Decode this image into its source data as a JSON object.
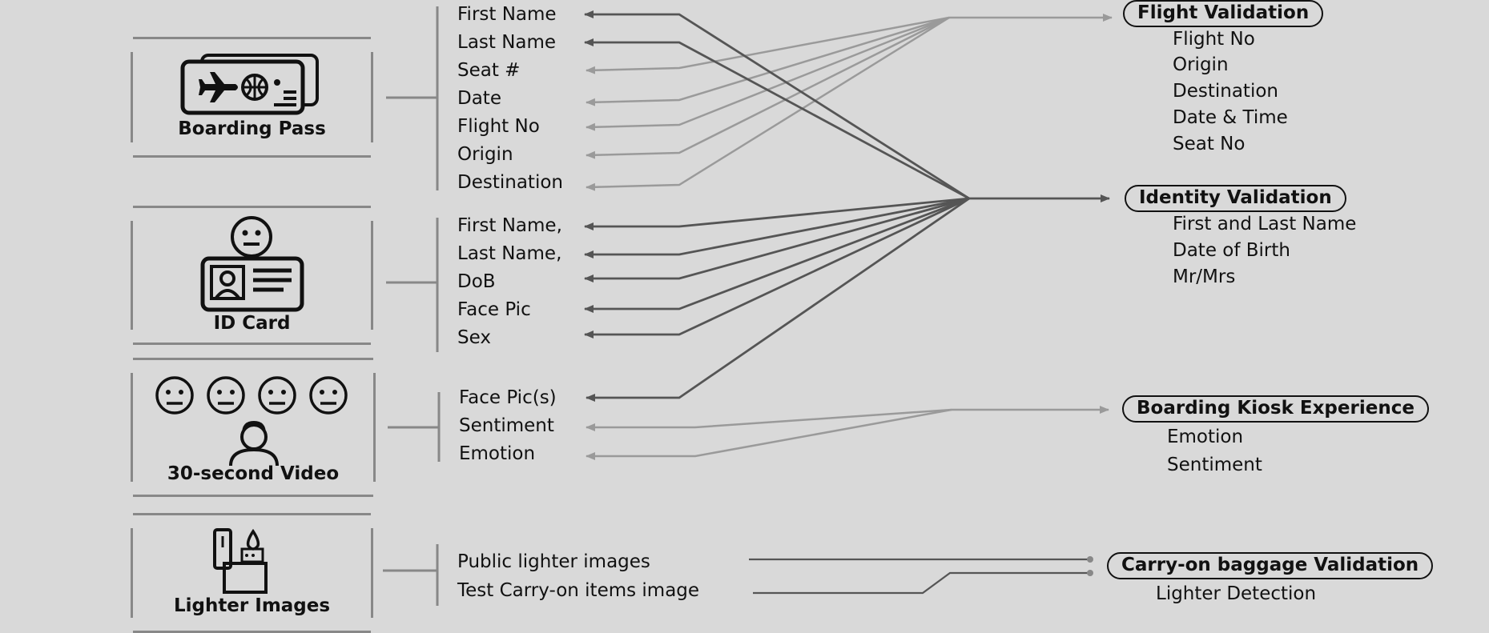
{
  "sources": [
    {
      "id": "boarding",
      "label": "Boarding Pass",
      "icon": "boarding-pass-icon",
      "fields": [
        "First Name",
        "Last Name",
        "Seat #",
        "Date",
        "Flight No",
        "Origin",
        "Destination"
      ]
    },
    {
      "id": "idcard",
      "label": "ID Card",
      "icon": "id-card-icon",
      "fields": [
        "First Name,",
        "Last Name,",
        "DoB",
        "Face Pic",
        "Sex"
      ]
    },
    {
      "id": "video",
      "label": "30-second Video",
      "icon": "video-faces-icon",
      "fields": [
        "Face Pic(s)",
        "Sentiment",
        "Emotion"
      ]
    },
    {
      "id": "lighter",
      "label": "Lighter Images",
      "icon": "lighter-icon",
      "fields": [
        "Public lighter images",
        "Test Carry-on items image"
      ]
    }
  ],
  "targets": [
    {
      "id": "flight",
      "title": "Flight Validation",
      "items": [
        "Flight No",
        "Origin",
        "Destination",
        "Date & Time",
        "Seat No"
      ]
    },
    {
      "id": "identity",
      "title": "Identity Validation",
      "items": [
        "First and Last Name",
        "Date of Birth",
        "Mr/Mrs"
      ]
    },
    {
      "id": "kiosk",
      "title": "Boarding Kiosk Experience",
      "items": [
        "Emotion",
        "Sentiment"
      ]
    },
    {
      "id": "baggage",
      "title": "Carry-on baggage Validation",
      "items": [
        "Lighter Detection"
      ]
    }
  ],
  "colors": {
    "background": "#d9d9d9",
    "dark_line": "#555555",
    "light_line": "#9a9a9a",
    "box_border": "#888888",
    "text": "#111111"
  }
}
